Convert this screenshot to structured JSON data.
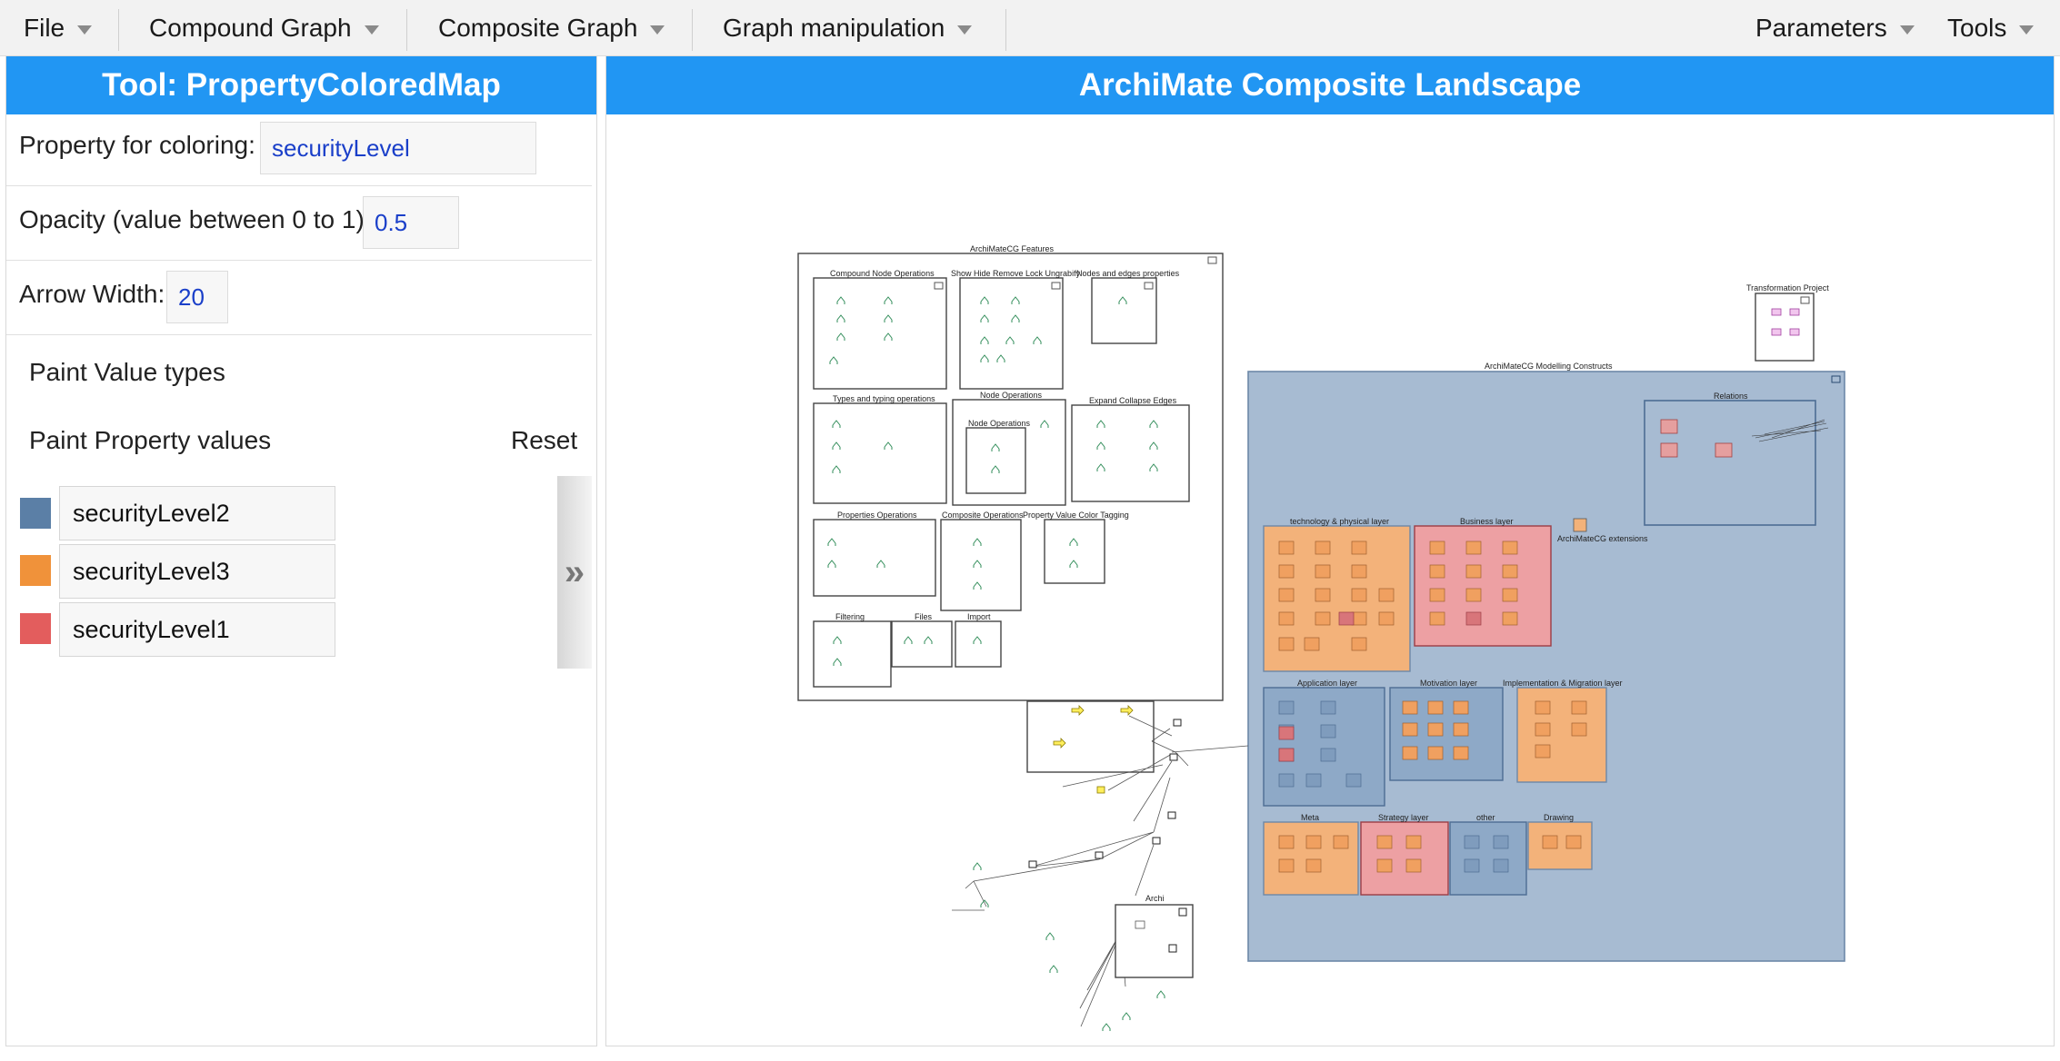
{
  "menu": {
    "file": "File",
    "compound_graph": "Compound Graph",
    "composite_graph": "Composite Graph",
    "graph_manipulation": "Graph manipulation",
    "parameters": "Parameters",
    "tools": "Tools"
  },
  "tool_panel": {
    "title": "Tool: PropertyColoredMap",
    "property_label": "Property for coloring:",
    "property_value": "securityLevel",
    "opacity_label": "Opacity (value between 0 to 1):",
    "opacity_value": "0.5",
    "arrow_label": "Arrow Width:",
    "arrow_value": "20",
    "paint_value_types": "Paint Value types",
    "paint_property_values": "Paint Property values",
    "reset": "Reset",
    "collapse_glyph": "»",
    "legend": [
      {
        "label": "securityLevel2",
        "color": "#5b7fa6"
      },
      {
        "label": "securityLevel3",
        "color": "#f0923a"
      },
      {
        "label": "securityLevel1",
        "color": "#e35d5d"
      }
    ]
  },
  "graph_panel": {
    "title": "ArchiMate Composite Landscape",
    "features_title": "ArchiMateCG Features",
    "compound_ops": "Compound Node Operations",
    "show_hide": "Show Hide Remove Lock Ungrabify",
    "nodes_edges_props": "Nodes and edges properties",
    "types_typing": "Types and typing operations",
    "node_ops_outer": "Node Operations",
    "node_ops_inner": "Node Operations",
    "expand_collapse": "Expand Collapse Edges",
    "properties_ops": "Properties Operations",
    "composite_ops": "Composite Operations",
    "property_value_color": "Property Value Color Tagging",
    "filtering": "Filtering",
    "files": "Files",
    "import": "Import",
    "transformation_project": "Transformation Project",
    "modelling_constructs": "ArchiMateCG Modelling Constructs",
    "relations": "Relations",
    "tech_layer": "technology & physical layer",
    "business_layer": "Business layer",
    "extensions": "ArchiMateCG extensions",
    "application_layer": "Application layer",
    "motivation_layer": "Motivation layer",
    "implementation_layer": "Implementation & Migration layer",
    "meta": "Meta",
    "strategy_layer": "Strategy layer",
    "other": "other",
    "drawing": "Drawing",
    "archi": "Archi"
  }
}
